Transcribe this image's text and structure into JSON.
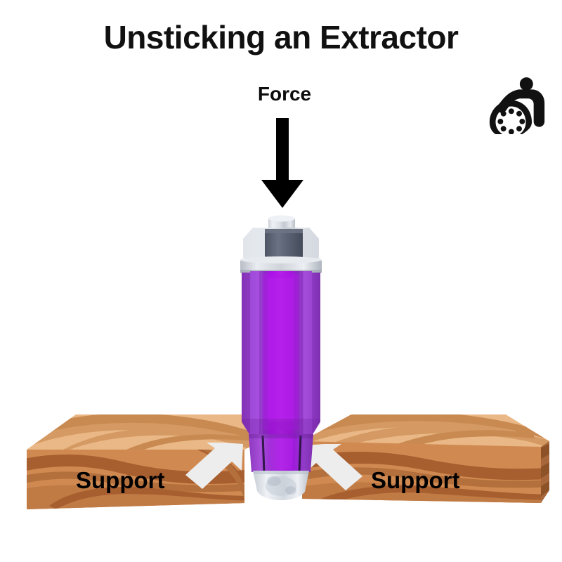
{
  "page": {
    "title": "Unsticking an Extractor",
    "background_color": "#ffffff"
  },
  "icons": {
    "accessibility": {
      "name": "accessibility-wheelchair-icon",
      "color": "#111111"
    }
  },
  "annotations": {
    "force": {
      "label": "Force",
      "arrow_direction": "down",
      "arrow_color": "#000000"
    },
    "support_left": {
      "label": "Support",
      "arrow_direction": "up-right",
      "arrow_color": "#eeeeee"
    },
    "support_right": {
      "label": "Support",
      "arrow_direction": "up-left",
      "arrow_color": "#eeeeee"
    }
  },
  "tool": {
    "name": "bearing-separator-extractor",
    "body_color": "#9b3fd4",
    "body_highlight_color": "#a913e8",
    "metal_color": "#d4d8dd",
    "bolt_color": "#5c6272"
  },
  "wood": {
    "top_face_color": "#e8b583",
    "front_face_color": "#c8824a",
    "grain_dark_color": "#a85f30",
    "side_face_color": "#b06f3c"
  },
  "colors": {
    "text": "#111111",
    "accent_purple": "#9b3fd4",
    "wood_brown": "#c8824a"
  }
}
